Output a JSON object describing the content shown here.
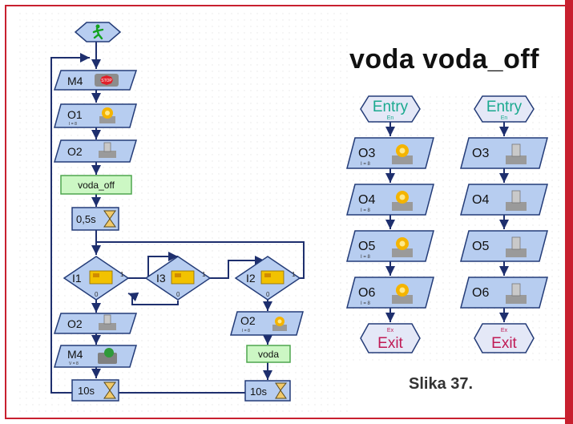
{
  "left_flow": {
    "start_icon": "running-person-icon",
    "m4_stop": {
      "label": "M4",
      "icon": "motor-stop-icon"
    },
    "o1_on": {
      "label": "O1",
      "sub": "I = 8",
      "icon": "lamp-on-icon"
    },
    "o2_off": {
      "label": "O2",
      "icon": "lamp-off-icon"
    },
    "sub_voda_off": "voda_off",
    "wait_half": {
      "label": "0,5s",
      "icon": "hourglass-icon"
    },
    "branch_i1": {
      "label": "I1",
      "yes": "1",
      "no": "0",
      "icon": "switch-icon"
    },
    "branch_i3": {
      "label": "I3",
      "yes": "1",
      "no": "0",
      "icon": "switch-icon"
    },
    "branch_i2": {
      "label": "I2",
      "yes": "1",
      "no": "0",
      "icon": "switch-icon"
    },
    "o2_off_b": {
      "label": "O2",
      "icon": "lamp-off-icon"
    },
    "m4_on": {
      "label": "M4",
      "sub": "V = 8",
      "icon": "motor-icon"
    },
    "wait_10a": {
      "label": "10s",
      "icon": "hourglass-icon"
    },
    "o2_on": {
      "label": "O2",
      "sub": "I = 8",
      "icon": "lamp-on-icon"
    },
    "sub_voda": "voda",
    "wait_10b": {
      "label": "10s",
      "icon": "hourglass-icon"
    }
  },
  "title": "voda voda_off",
  "voda": {
    "entry": "Entry",
    "entry_sub": "En",
    "steps": [
      {
        "label": "O3",
        "sub": "I = 8"
      },
      {
        "label": "O4",
        "sub": "I = 8"
      },
      {
        "label": "O5",
        "sub": "I = 8"
      },
      {
        "label": "O6",
        "sub": "I = 8"
      }
    ],
    "exit": "Exit",
    "exit_sub": "Ex"
  },
  "voda_off": {
    "entry": "Entry",
    "entry_sub": "En",
    "steps": [
      {
        "label": "O3"
      },
      {
        "label": "O4"
      },
      {
        "label": "O5"
      },
      {
        "label": "O6"
      }
    ],
    "exit": "Exit",
    "exit_sub": "Ex"
  },
  "caption": "Slika 37.",
  "colors": {
    "frame": "#c8202f",
    "block_fill": "#b7cdf0",
    "block_stroke": "#243c78",
    "sub_fill": "#ccf7c4",
    "sub_stroke": "#4ea64e",
    "entry_text": "#1aa98f",
    "exit_text": "#c01a55",
    "arrow": "#1e2f6e"
  }
}
